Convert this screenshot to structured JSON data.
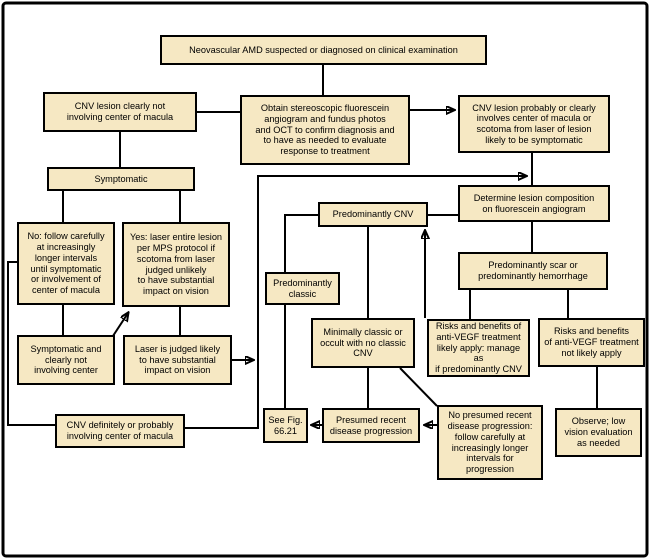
{
  "colors": {
    "box_fill": "#F6E8C3",
    "box_border": "#000000",
    "connector": "#000000",
    "background": "#FFFFFF"
  },
  "nodes": {
    "start": "Neovascular AMD suspected or diagnosed on clinical examination",
    "cnv_not_center": "CNV lesion clearly not\ninvolving center of macula",
    "obtain": "Obtain stereoscopic fluorescein\nangiogram and fundus photos\nand OCT to confirm diagnosis and\nto have as needed to evaluate\nresponse to treatment",
    "cnv_probably_center": "CNV lesion probably or clearly\ninvolves center of macula or\nscotoma from laser of lesion\nlikely to be symptomatic",
    "symptomatic": "Symptomatic",
    "determine": "Determine lesion composition\non fluorescein angiogram",
    "no_follow": "No: follow carefully\nat increasingly\nlonger intervals\nuntil symptomatic\nor involvement of\ncenter of macula",
    "yes_laser": "Yes: laser entire lesion\nper MPS protocol if\nscotoma from laser\njudged unlikely\nto have substantial\nimpact on vision",
    "pred_cnv": "Predominantly CNV",
    "pred_classic": "Predominantly\nclassic",
    "pred_scar": "Predominantly scar or\npredominantly hemorrhage",
    "minimally_classic": "Minimally classic or\noccult with no classic\nCNV",
    "vegf_likely": "Risks and benefits of\nanti-VEGF treatment\nlikely apply: manage as\nif predominantly CNV",
    "vegf_not_likely": "Risks and benefits\nof anti-VEGF treatment\nnot likely apply",
    "symptomatic_not_involving": "Symptomatic and\nclearly not\ninvolving center",
    "laser_impact": "Laser is judged likely\nto have substantial\nimpact on vision",
    "cnv_definitely": "CNV definitely or probably\ninvolving center of macula",
    "see_fig": "See Fig.\n66.21",
    "presumed": "Presumed recent\ndisease progression",
    "no_presumed": "No presumed recent\ndisease progression:\nfollow carefully at\nincreasingly longer\nintervals for progression",
    "observe": "Observe; low\nvision evaluation\nas needed"
  },
  "edges": [
    {
      "from": "start",
      "to": "obtain",
      "arrow": false
    },
    {
      "from": "obtain",
      "to": "cnv_not_center",
      "arrow": false
    },
    {
      "from": "obtain",
      "to": "cnv_probably_center",
      "arrow": true
    },
    {
      "from": "cnv_not_center",
      "to": "symptomatic",
      "arrow": false
    },
    {
      "from": "symptomatic",
      "to": "no_follow",
      "arrow": false
    },
    {
      "from": "symptomatic",
      "to": "yes_laser",
      "arrow": false
    },
    {
      "from": "no_follow",
      "to": "symptomatic_not_involving",
      "arrow": false
    },
    {
      "from": "no_follow",
      "to": "cnv_definitely",
      "arrow": false
    },
    {
      "from": "symptomatic_not_involving",
      "to": "yes_laser",
      "arrow": true
    },
    {
      "from": "yes_laser",
      "to": "laser_impact",
      "arrow": false
    },
    {
      "from": "laser_impact",
      "to": "determine",
      "arrow": true
    },
    {
      "from": "cnv_definitely",
      "to": "determine",
      "arrow": true
    },
    {
      "from": "cnv_probably_center",
      "to": "determine",
      "arrow": false
    },
    {
      "from": "determine",
      "to": "pred_cnv",
      "arrow": false
    },
    {
      "from": "determine",
      "to": "pred_scar",
      "arrow": false
    },
    {
      "from": "pred_cnv",
      "to": "pred_classic",
      "arrow": false
    },
    {
      "from": "pred_cnv",
      "to": "minimally_classic",
      "arrow": false
    },
    {
      "from": "pred_classic",
      "to": "see_fig",
      "arrow": false
    },
    {
      "from": "pred_scar",
      "to": "vegf_likely",
      "arrow": false
    },
    {
      "from": "pred_scar",
      "to": "vegf_not_likely",
      "arrow": false
    },
    {
      "from": "vegf_likely",
      "to": "pred_cnv",
      "arrow": true
    },
    {
      "from": "minimally_classic",
      "to": "presumed",
      "arrow": false
    },
    {
      "from": "minimally_classic",
      "to": "no_presumed",
      "arrow": false
    },
    {
      "from": "no_presumed",
      "to": "presumed",
      "arrow": true
    },
    {
      "from": "presumed",
      "to": "see_fig",
      "arrow": true
    },
    {
      "from": "vegf_not_likely",
      "to": "observe",
      "arrow": false
    }
  ]
}
